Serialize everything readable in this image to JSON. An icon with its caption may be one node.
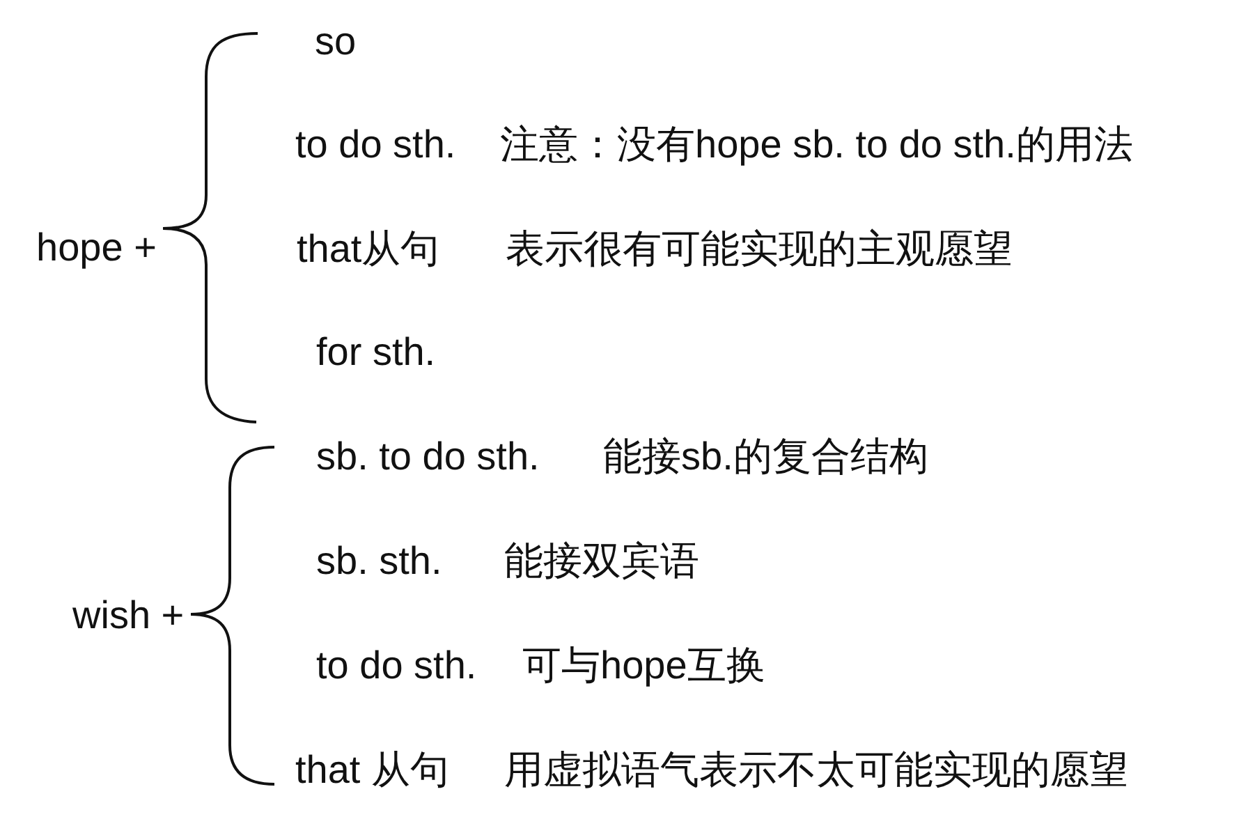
{
  "diagram": {
    "labels": [
      "so",
      "to do sth.",
      "注意：没有hope sb. to do sth.的用法",
      "hope +",
      "that从句",
      "表示很有可能实现的主观愿望",
      "for sth.",
      "sb. to do sth.",
      "能接sb.的复合结构",
      "sb. sth.",
      "能接双宾语",
      "wish +",
      "to do sth.",
      "可与hope互换",
      "that 从句",
      "用虚拟语气表示不太可能实现的愿望"
    ]
  }
}
